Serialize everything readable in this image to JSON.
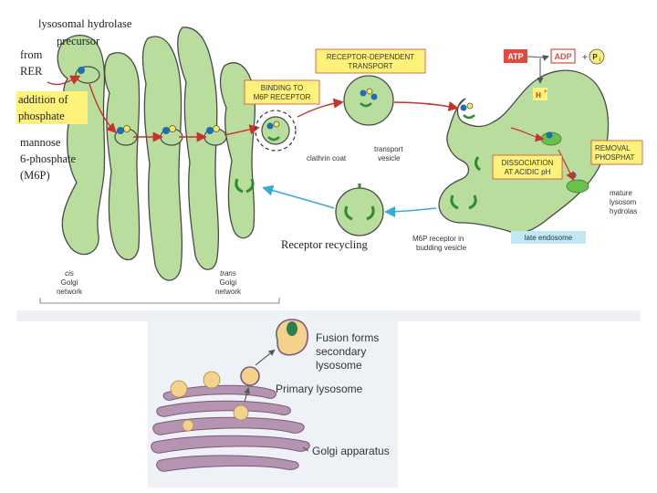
{
  "top_figure": {
    "labels": {
      "hydrolase_line1": "lysosomal hydrolase",
      "hydrolase_line2": "precursor",
      "from_line1": "from",
      "from_line2": "RER",
      "addition_line1": "addition of",
      "addition_line2": "phosphate",
      "mannose_line1": "mannose",
      "mannose_line2": "6-phosphate",
      "mannose_line3": "(M6P)",
      "binding_line1": "BINDING TO",
      "binding_line2": "M6P RECEPTOR",
      "receptor_transport_line1": "RECEPTOR-DEPENDENT",
      "receptor_transport_line2": "TRANSPORT",
      "atp": "ATP",
      "adp": "ADP",
      "plus": "+",
      "pi": "P",
      "pi_sub": "i",
      "h_plus": "H",
      "removal_line1": "REMOVAL",
      "removal_line2": "PHOSPHAT",
      "dissociation_line1": "DISSOCIATION",
      "dissociation_line2": "AT ACIDIC pH",
      "clathrin": "clathrin coat",
      "transport_vesicle_line1": "transport",
      "transport_vesicle_line2": "vesicle",
      "mature_line1": "mature",
      "mature_line2": "lysosom",
      "mature_line3": "hydrolas",
      "receptor_recycling": "Receptor recycling",
      "m6p_budding_line1": "M6P receptor in",
      "m6p_budding_line2": "budding vesicle",
      "late_endosome": "late endosome",
      "cis_line1": "cis",
      "cis_line2": "Golgi",
      "cis_line3": "network",
      "trans_line1": "trans",
      "trans_line2": "Golgi",
      "trans_line3": "network"
    }
  },
  "bottom_figure": {
    "labels": {
      "fusion_line1": "Fusion forms",
      "fusion_line2": "secondary",
      "fusion_line3": "lysosome",
      "primary": "Primary lysosome",
      "golgi": "Golgi apparatus"
    }
  },
  "colors": {
    "membrane_fill": "#b9dd9c",
    "membrane_stroke": "#4a4a4a",
    "label_yellow": "#fff27a",
    "label_pink_border": "#d9473a",
    "atp_red": "#e5483c",
    "late_endosome_blue": "#bfe8f4",
    "arrow_red": "#c8322d",
    "arrow_blue": "#39a9d6",
    "receptor_green": "#2e8b2e",
    "golgi_purple": "#b594b2",
    "vesicle_yellow": "#f4d28c",
    "bottom_bg": "#eef1f6"
  }
}
